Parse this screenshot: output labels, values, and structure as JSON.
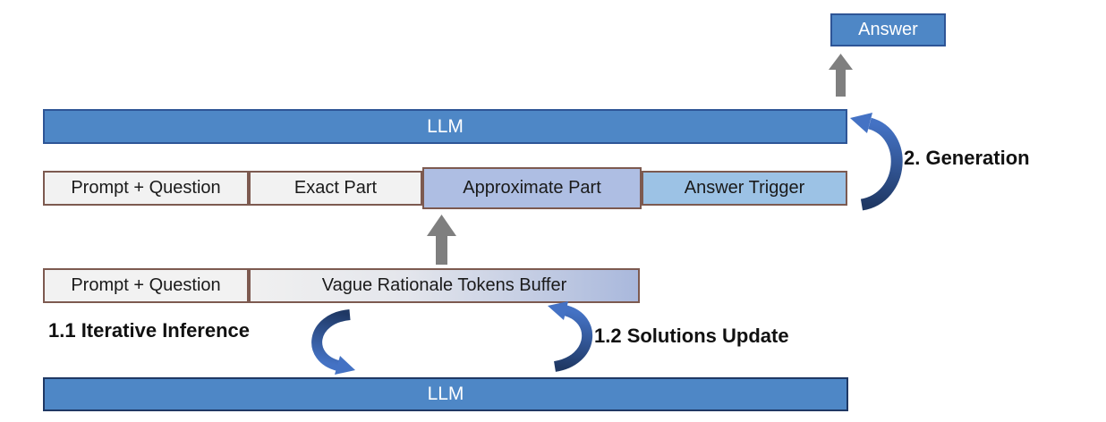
{
  "colors": {
    "blue_fill": "#4E87C6",
    "blue_border": "#2E5596",
    "dark_border": "#1F3864",
    "brown_border": "#7D5A50",
    "light_gray": "#F2F2F2",
    "periwinkle": "#AEBEE3",
    "light_blue": "#9CC2E5",
    "buffer_left": "#F0F0F0",
    "buffer_right": "#A9B8DC",
    "arrow_gray": "#7F7F7F",
    "curve_dark": "#1F3864",
    "curve_light": "#4472C4",
    "text_dark": "#1A1A1A",
    "text_light": "#FFFFFF"
  },
  "answer_box": {
    "label": "Answer"
  },
  "llm_top": {
    "label": "LLM"
  },
  "llm_bottom": {
    "label": "LLM"
  },
  "sequence_row": {
    "segments": [
      {
        "label": "Prompt + Question"
      },
      {
        "label": "Exact Part"
      },
      {
        "label": "Approximate Part"
      },
      {
        "label": "Answer Trigger"
      }
    ]
  },
  "buffer_row": {
    "segments": [
      {
        "label": "Prompt + Question"
      },
      {
        "label": "Vague Rationale Tokens Buffer"
      }
    ]
  },
  "labels": {
    "generation": "2. Generation",
    "iterative_inference": "1.1 Iterative Inference",
    "solutions_update": "1.2 Solutions Update"
  }
}
